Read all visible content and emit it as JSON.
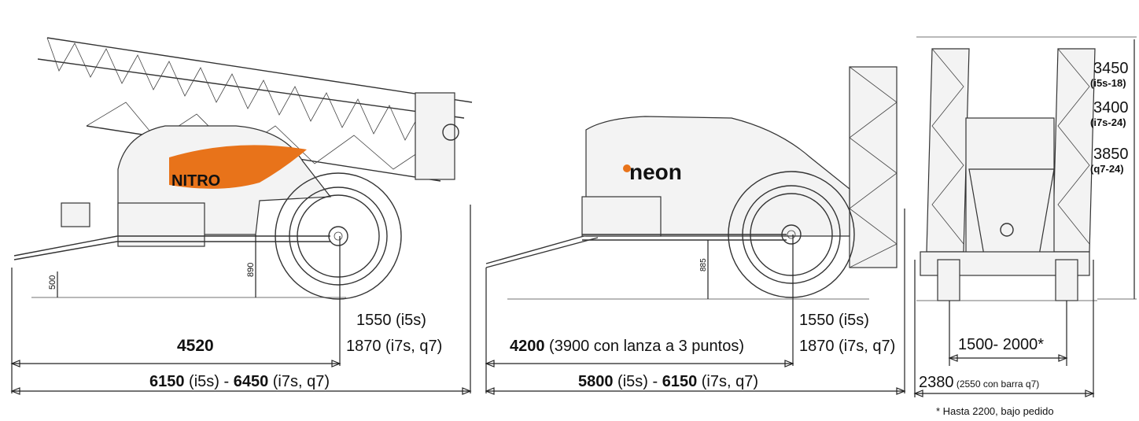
{
  "accent_color": "#E8731A",
  "left_view": {
    "brand": "NITRO",
    "height_500": "500",
    "height_890": "890",
    "body_length": "4520",
    "wheel_note_1": "1550 (i5s)",
    "wheel_note_2": "1870 (i7s, q7)",
    "total_a_value": "6150",
    "total_a_model": " (i5s) - ",
    "total_b_value": "6450",
    "total_b_model": " (i7s, q7)"
  },
  "middle_view": {
    "brand": "neon",
    "height_885": "885",
    "body_length": "4200",
    "body_note": " (3900 con lanza a 3 puntos)",
    "wheel_note_1": "1550 (i5s)",
    "wheel_note_2": "1870 (i7s, q7)",
    "total_a_value": "5800",
    "total_a_model": " (i5s) - ",
    "total_b_value": "6150",
    "total_b_model": " (i7s, q7)"
  },
  "rear_view": {
    "heights": [
      {
        "value": "3450",
        "model": "(i5s-18)"
      },
      {
        "value": "3400",
        "model": "(i7s-24)"
      },
      {
        "value": "3850",
        "model": "(q7-24)"
      }
    ],
    "track_width": "1500- 2000*",
    "width_value": "2380",
    "width_note": " (2550 con barra q7)",
    "footnote": "* Hasta 2200, bajo pedido"
  }
}
